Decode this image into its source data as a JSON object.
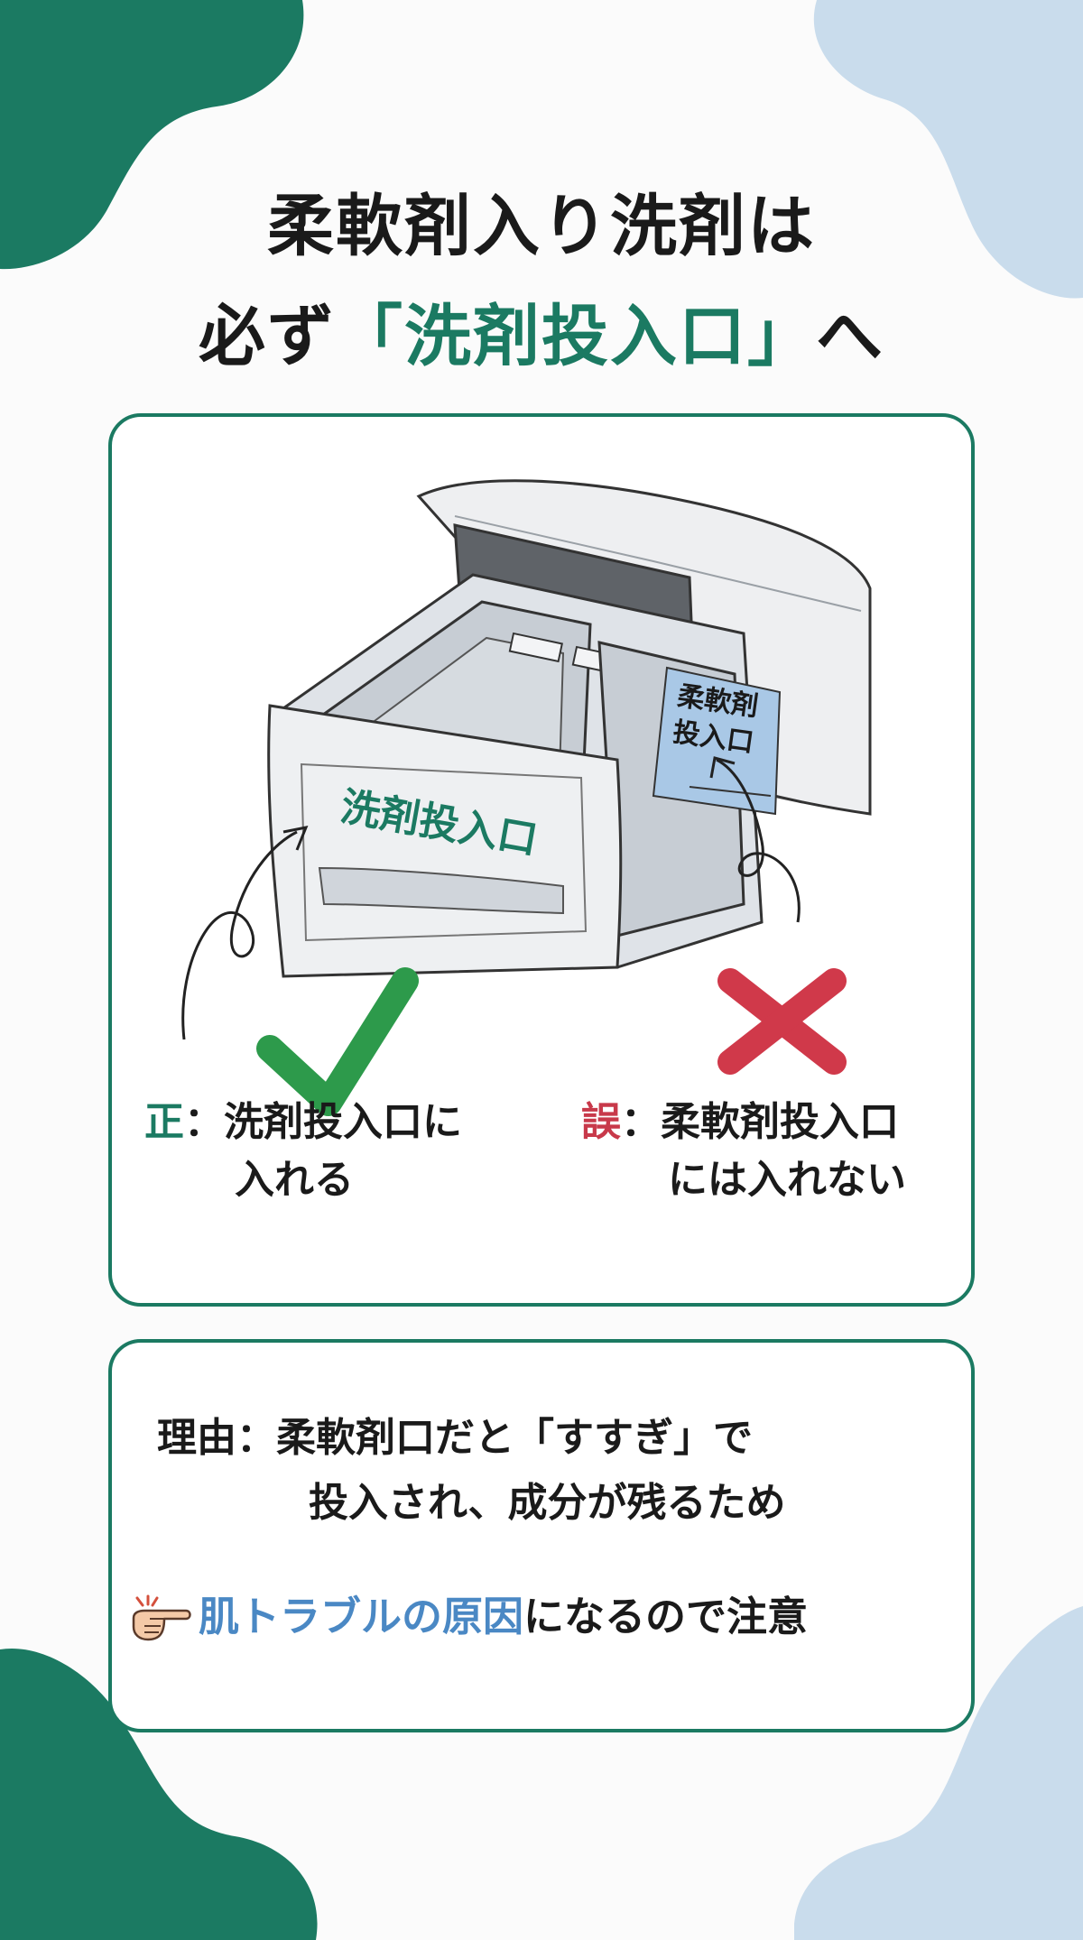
{
  "title": {
    "line1": "柔軟剤入り洗剤は",
    "line2_prefix": "必ず",
    "line2_accent": "「洗剤投入口」",
    "line2_suffix": "へ"
  },
  "illustration": {
    "drawer_label": "洗剤投入口",
    "compartment_label_line1": "柔軟剤",
    "compartment_label_line2": "投入口",
    "correct_icon": "check-icon",
    "wrong_icon": "cross-icon"
  },
  "verdicts": {
    "correct": {
      "mark": "正",
      "separator": "：",
      "line1": "洗剤投入口に",
      "line2": "入れる"
    },
    "wrong": {
      "mark": "誤",
      "separator": "：",
      "line1": "柔軟剤投入口",
      "line2": "には入れない"
    }
  },
  "reason": {
    "label": "理由：",
    "line1": "柔軟剤口だと「すすぎ」で",
    "line2": "投入され、成分が残るため"
  },
  "warning": {
    "icon": "pointing-hand-icon",
    "highlight": "肌トラブルの原因",
    "rest": "になるので注意"
  },
  "colors": {
    "green": "#1b7a62",
    "red": "#c8394a",
    "blue": "#4a88c4",
    "light_blue": "#c9dcec"
  }
}
